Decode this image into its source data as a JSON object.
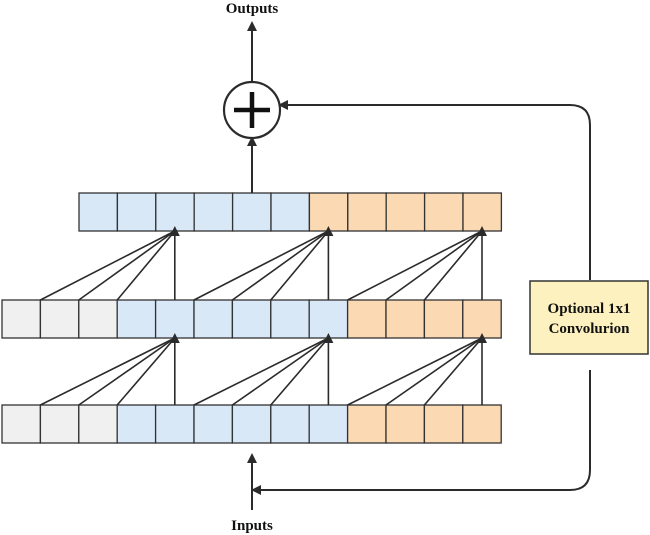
{
  "labels": {
    "outputs": "Outputs",
    "inputs": "Inputs",
    "conv_line1": "Optional 1x1",
    "conv_line2": "Convolurion"
  },
  "colors": {
    "padding": "#f0f0f0",
    "blue": "#d9e8f7",
    "orange": "#fad9b3",
    "conv_box": "#fdf1c0",
    "line": "#2b2b2b"
  },
  "layers": [
    {
      "name": "output-layer",
      "cells": [
        "blue",
        "blue",
        "blue",
        "blue",
        "blue",
        "blue",
        "orange",
        "orange",
        "orange",
        "orange",
        "orange"
      ]
    },
    {
      "name": "hidden-layer",
      "cells": [
        "padding",
        "padding",
        "padding",
        "blue",
        "blue",
        "blue",
        "blue",
        "blue",
        "blue",
        "orange",
        "orange",
        "orange",
        "orange"
      ]
    },
    {
      "name": "input-layer",
      "cells": [
        "padding",
        "padding",
        "padding",
        "blue",
        "blue",
        "blue",
        "blue",
        "blue",
        "blue",
        "orange",
        "orange",
        "orange",
        "orange"
      ]
    }
  ],
  "connections": {
    "hidden_to_output_targets": [
      4,
      8,
      12
    ],
    "input_to_hidden_targets": [
      4,
      8,
      12
    ],
    "kernel": 4,
    "dilation_hidden": 1,
    "dilation_input": 1
  },
  "adder_symbol": "+"
}
